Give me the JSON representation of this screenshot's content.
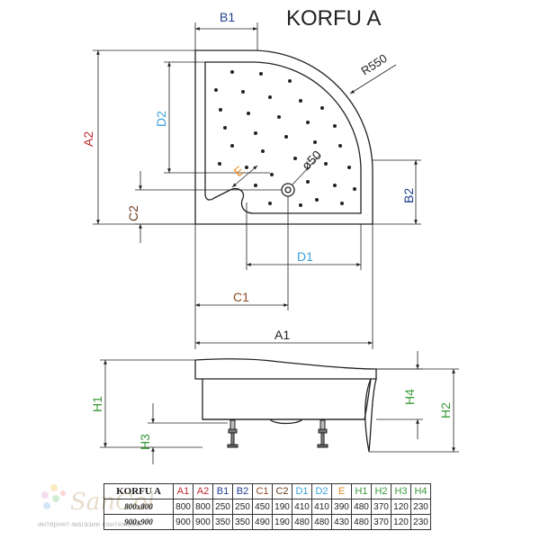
{
  "title": "KORFU A",
  "labels": {
    "b1": "B1",
    "a2": "A2",
    "d2": "D2",
    "c2": "C2",
    "e": "E",
    "d1": "D1",
    "c1": "C1",
    "a1": "A1",
    "b2": "B2",
    "r550": "R550",
    "phi50": "ø50",
    "h1": "H1",
    "h3": "H3",
    "h4": "H4",
    "h2": "H2"
  },
  "colors": {
    "b1": "#1f3f8f",
    "a2": "#c0282d",
    "d2": "#3aa0d8",
    "c2": "#6b3c1e",
    "e": "#e58a1f",
    "d1": "#3aa0d8",
    "c1": "#8b4a20",
    "a1": "#222222",
    "b2": "#1f3f8f",
    "h1": "#3a9a3a",
    "h3": "#3a9a3a",
    "h4": "#3a9a3a",
    "h2": "#3a9a3a"
  },
  "table": {
    "model": "KORFU A",
    "headers": [
      "A1",
      "A2",
      "B1",
      "B2",
      "C1",
      "C2",
      "D1",
      "D2",
      "E",
      "H1",
      "H2",
      "H3",
      "H4"
    ],
    "header_colors": [
      "#c0282d",
      "#c0282d",
      "#1f3f8f",
      "#1f3f8f",
      "#8b4a20",
      "#6b3c1e",
      "#3aa0d8",
      "#3aa0d8",
      "#e58a1f",
      "#3a9a3a",
      "#3a9a3a",
      "#3a9a3a",
      "#3a9a3a"
    ],
    "rows": [
      {
        "size": "800x800",
        "values": [
          "800",
          "800",
          "250",
          "250",
          "450",
          "190",
          "410",
          "410",
          "390",
          "480",
          "370",
          "120",
          "230"
        ]
      },
      {
        "size": "900x900",
        "values": [
          "900",
          "900",
          "350",
          "350",
          "490",
          "190",
          "480",
          "480",
          "430",
          "480",
          "370",
          "120",
          "230"
        ]
      }
    ]
  },
  "watermark": {
    "brand": "SanCold",
    "subtitle": "интернет-магазин сантехники"
  }
}
